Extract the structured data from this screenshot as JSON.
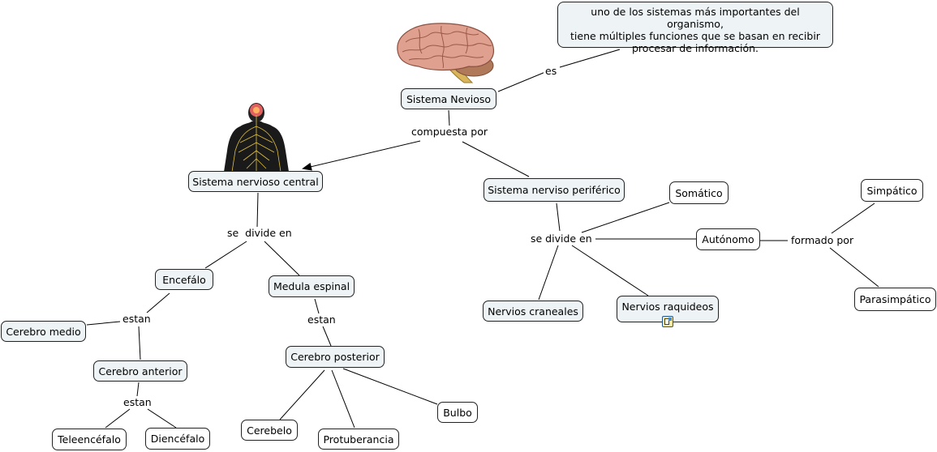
{
  "concept_map": {
    "root": "Sistema Nevioso",
    "description": "uno de los sistemas más importantes del organismo, tiene múltiples funciones que se basan en recibir procesar de información.",
    "description_lines": [
      "uno de los sistemas más importantes del organismo,",
      "tiene múltiples funciones que se basan en recibir",
      "procesar de información."
    ],
    "nodes": {
      "snc": "Sistema nervioso central",
      "snp": "Sistema nerviso periférico",
      "encefalo": "Encefálo",
      "medula": "Medula espinal",
      "cerebro_medio": "Cerebro medio",
      "cerebro_anterior": "Cerebro anterior",
      "teleencefalo": "Teleencéfalo",
      "diencefalo": "Diencéfalo",
      "cerebro_posterior": "Cerebro posterior",
      "cerebelo": "Cerebelo",
      "protuberancia": "Protuberancia",
      "bulbo": "Bulbo",
      "somatico": "Somático",
      "autonomo": "Autónomo",
      "nervios_craneales": "Nervios craneales",
      "nervios_raquideos": "Nervios raquideos",
      "simpatico": "Simpático",
      "parasimpatico": "Parasimpático"
    },
    "linking_phrases": {
      "es": "es",
      "compuesta_por": "compuesta por",
      "se_divide_en_central": "se  divide en",
      "se_divide_en_periferico": "se divide en",
      "estan_encefalo": "estan",
      "estan_medula": "estan",
      "estan_anterior": "estan",
      "formado_por": "formado por"
    },
    "images": {
      "brain": "brain-image",
      "body": "nervous-system-body-image"
    },
    "attachments": {
      "nervios_raquideos": "resource-document-icon"
    }
  }
}
